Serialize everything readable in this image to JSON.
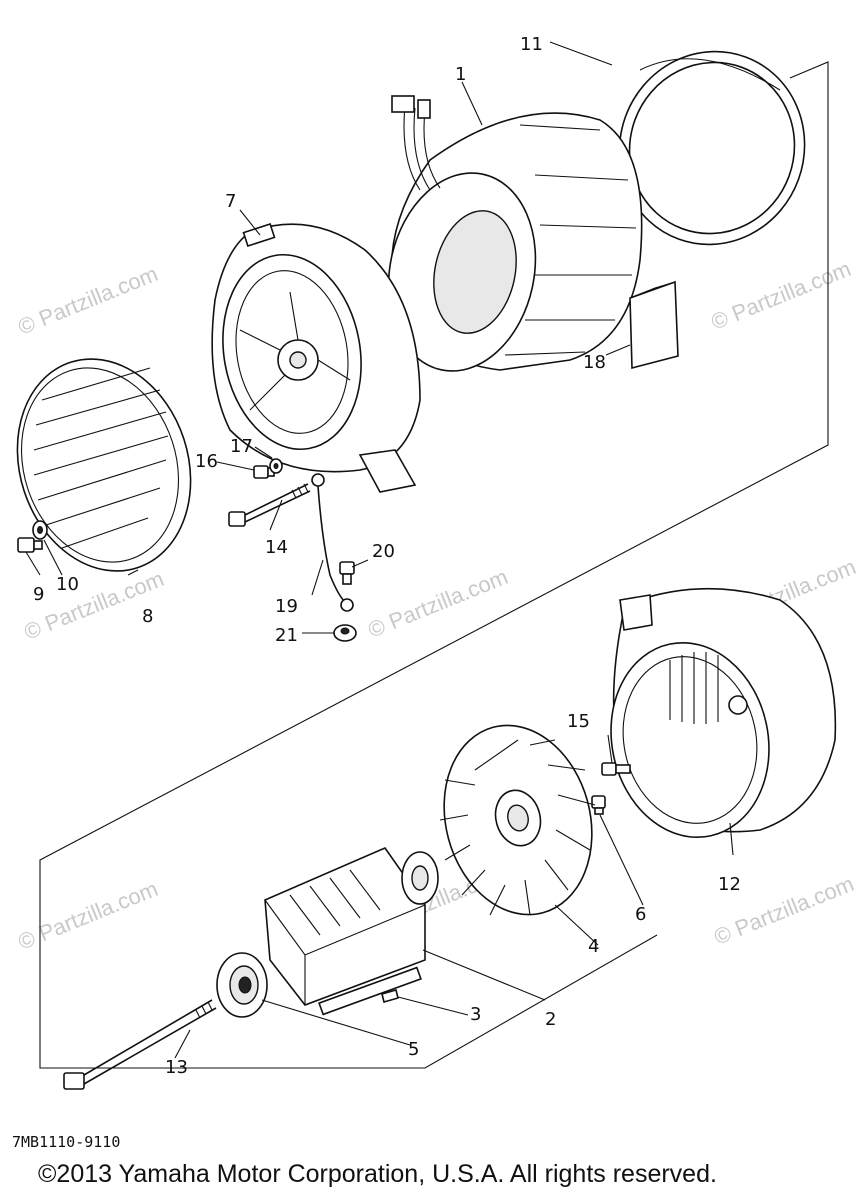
{
  "watermark": "© Partzilla.com",
  "drawing_code": "7MB1110-9110",
  "copyright": "©2013 Yamaha Motor Corporation, U.S.A. All rights reserved.",
  "callouts": {
    "c1": "1",
    "c2": "2",
    "c3": "3",
    "c4": "4",
    "c5": "5",
    "c6": "6",
    "c7": "7",
    "c8": "8",
    "c9": "9",
    "c10": "10",
    "c11": "11",
    "c12": "12",
    "c13": "13",
    "c14": "14",
    "c15": "15",
    "c16": "16",
    "c17": "17",
    "c18": "18",
    "c19": "19",
    "c20": "20",
    "c21": "21"
  }
}
